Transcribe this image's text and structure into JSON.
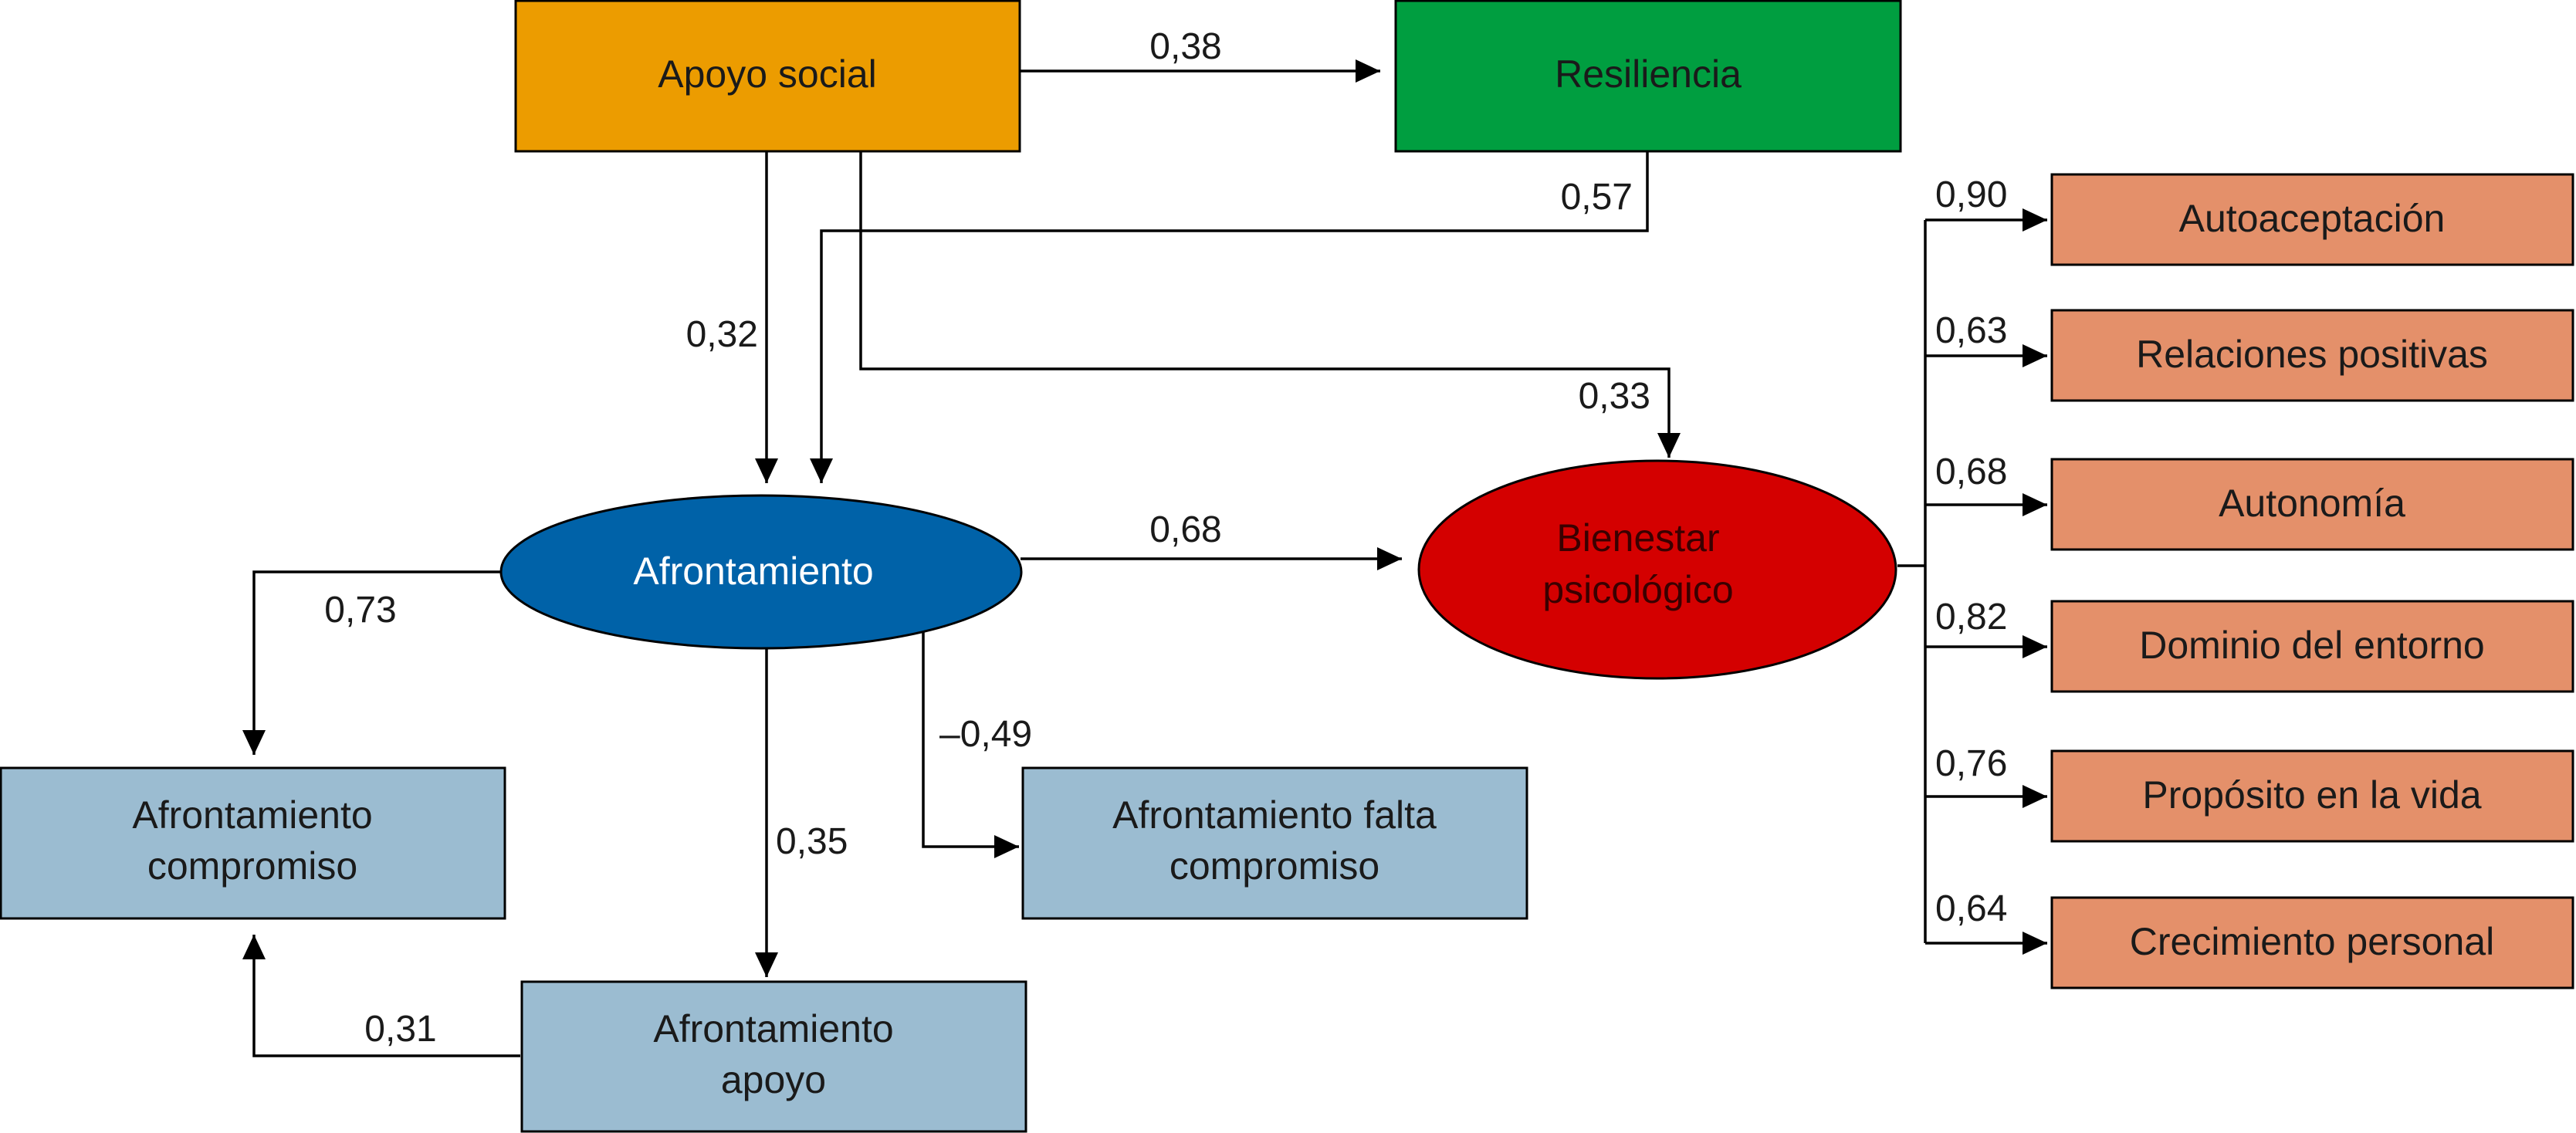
{
  "colors": {
    "apoyo_social": "#EC9C00",
    "resiliencia": "#009E40",
    "afrontamiento": "#0062A8",
    "bienestar": "#D40000",
    "coping_boxes": "#9BBCD1",
    "outcome_boxes": "#E4906A",
    "edge": "#000000"
  },
  "nodes": {
    "apoyo_social": "Apoyo social",
    "resiliencia": "Resiliencia",
    "afrontamiento": "Afrontamiento",
    "bienestar_line1": "Bienestar",
    "bienestar_line2": "psicológico",
    "af_compromiso_line1": "Afrontamiento",
    "af_compromiso_line2": "compromiso",
    "af_falta_line1": "Afrontamiento falta",
    "af_falta_line2": "compromiso",
    "af_apoyo_line1": "Afrontamiento",
    "af_apoyo_line2": "apoyo",
    "autoaceptacion": "Autoaceptación",
    "relaciones": "Relaciones positivas",
    "autonomia": "Autonomía",
    "dominio": "Dominio del entorno",
    "proposito": "Propósito en la vida",
    "crecimiento": "Crecimiento personal"
  },
  "coefficients": {
    "apoyo_resiliencia": "0,38",
    "resiliencia_afrontamiento": "0,57",
    "apoyo_afrontamiento": "0,32",
    "apoyo_bienestar": "0,33",
    "afrontamiento_bienestar": "0,68",
    "afrontamiento_compromiso": "0,73",
    "afrontamiento_falta": "–0,49",
    "afrontamiento_apoyo": "0,35",
    "apoyo_compromiso": "0,31",
    "bienestar_autoaceptacion": "0,90",
    "bienestar_relaciones": "0,63",
    "bienestar_autonomia": "0,68",
    "bienestar_dominio": "0,82",
    "bienestar_proposito": "0,76",
    "bienestar_crecimiento": "0,64"
  }
}
